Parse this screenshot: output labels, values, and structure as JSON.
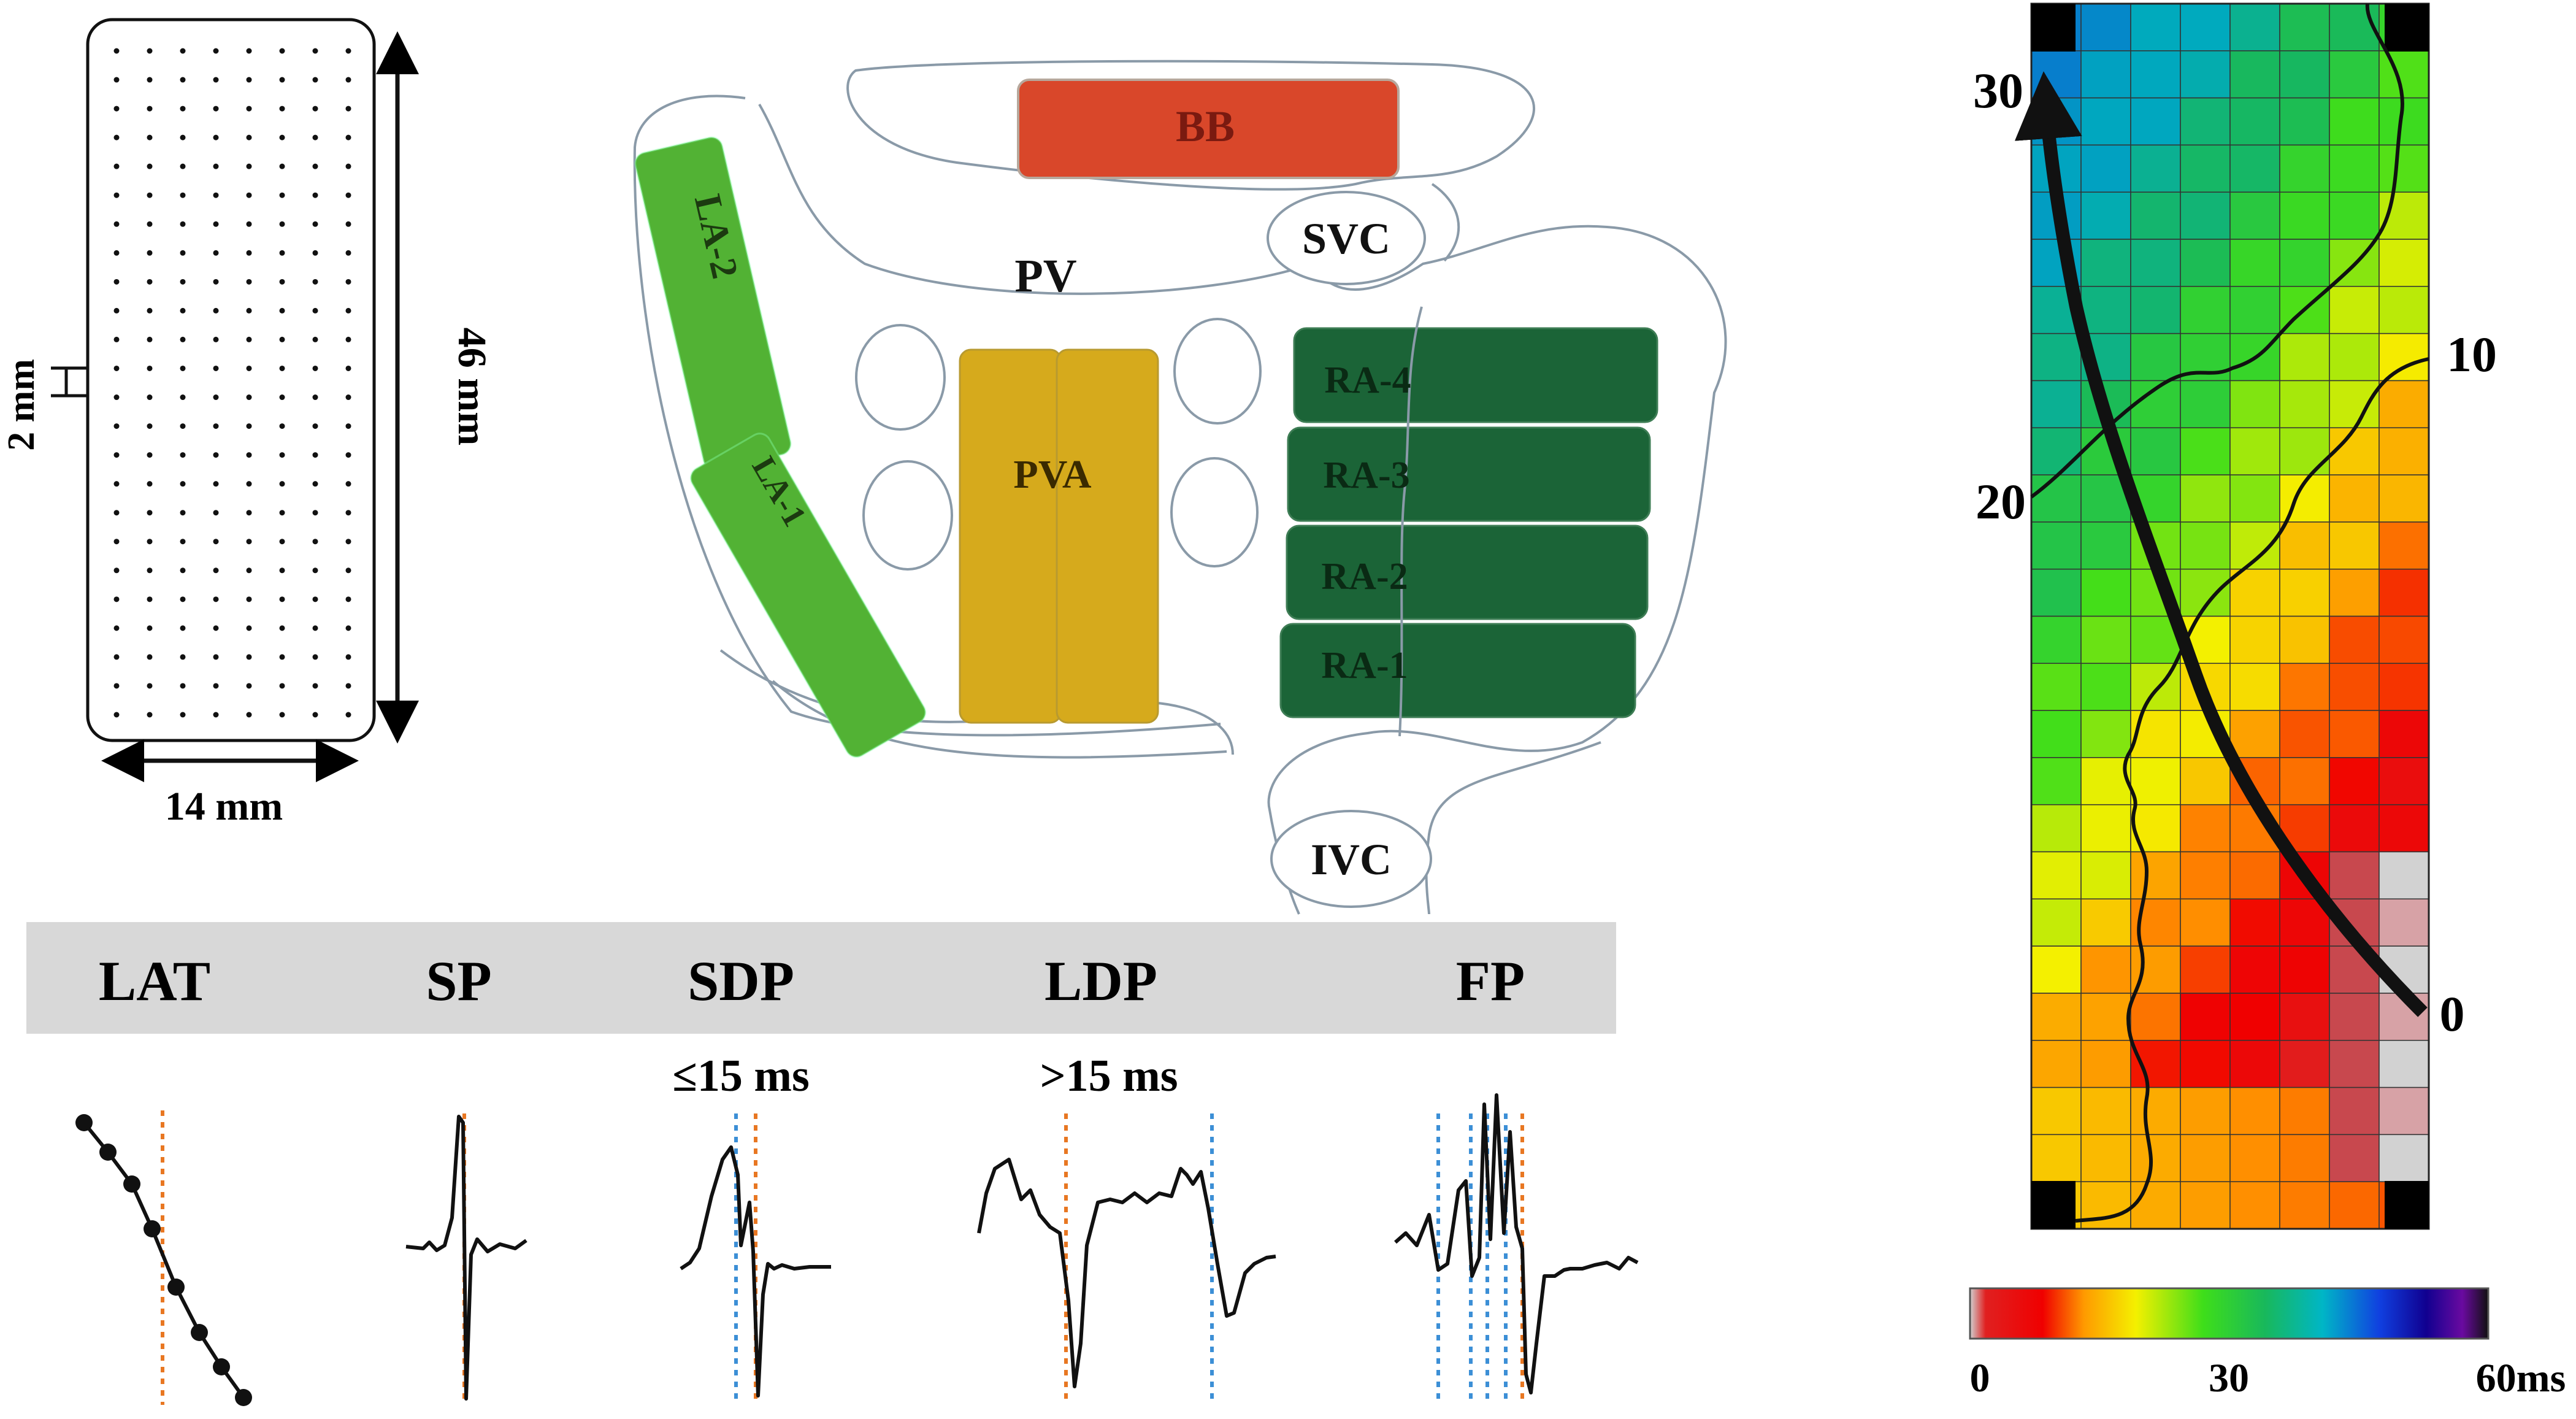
{
  "electrode": {
    "width_label": "14 mm",
    "height_label": "46 mm",
    "spacing_label": "2 mm"
  },
  "anatomy": {
    "regions": {
      "bb": "BB",
      "la2": "LA-2",
      "la1": "LA-1",
      "pv": "PV",
      "svc": "SVC",
      "pva": "PVA",
      "ra4": "RA-4",
      "ra3": "RA-3",
      "ra2": "RA-2",
      "ra1": "RA-1",
      "ivc": "IVC"
    },
    "colors": {
      "bb": "#d9472a",
      "la": "#52b234",
      "pva": "#d6aa1c",
      "ra": "#1b6437",
      "outline": "#8a9aa8"
    }
  },
  "signals": {
    "headers": [
      "LAT",
      "SP",
      "SDP",
      "LDP",
      "FP"
    ],
    "sdp_criterion": "≤15 ms",
    "ldp_criterion": ">15 ms",
    "marker_colors": {
      "activation": "#e87722",
      "deflection": "#3c8fd6"
    }
  },
  "activation_map": {
    "isochrones": [
      "30",
      "20",
      "10",
      "0"
    ],
    "colorbar": {
      "ticks": [
        "0",
        "30",
        "60ms"
      ],
      "range": [
        0,
        60
      ],
      "unit": "ms"
    }
  }
}
